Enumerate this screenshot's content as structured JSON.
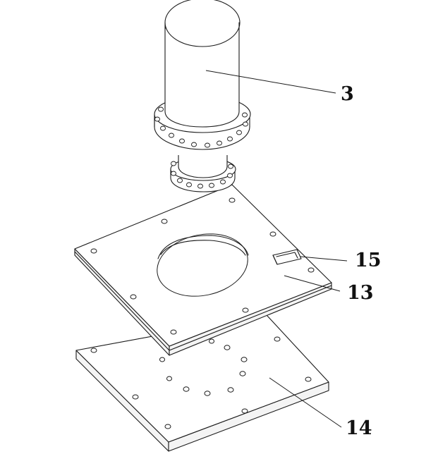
{
  "labels": {
    "part_3": "3",
    "part_15": "15",
    "part_13": "13",
    "part_14": "14"
  }
}
